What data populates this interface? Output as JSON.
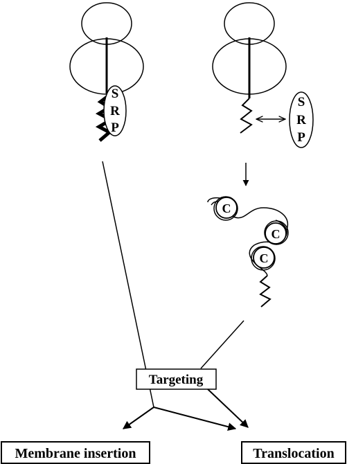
{
  "srp_left": {
    "letters": [
      "S",
      "R",
      "P"
    ]
  },
  "srp_right": {
    "letters": [
      "S",
      "R",
      "P"
    ]
  },
  "chaperones": [
    "C",
    "C",
    "C"
  ],
  "labels": {
    "targeting": "Targeting",
    "membrane_insertion": "Membrane insertion",
    "translocation": "Translocation"
  }
}
